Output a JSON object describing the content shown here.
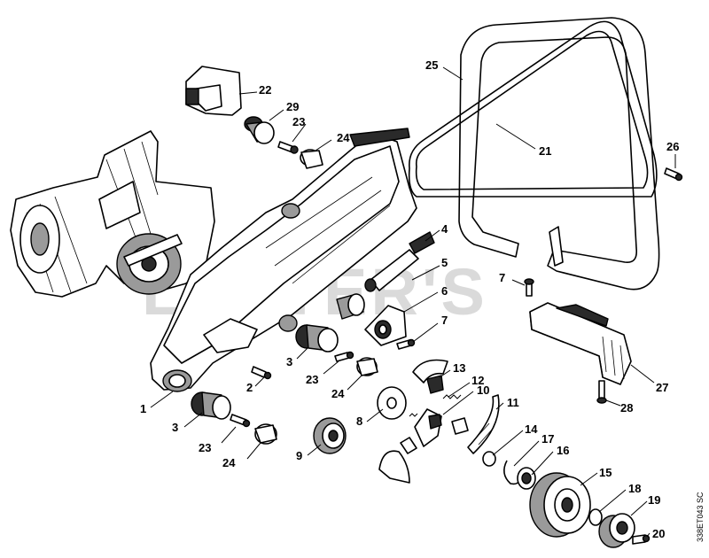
{
  "drawing_code": "338ET043 SC",
  "watermark": "LÜTTER'S",
  "callouts": [
    "1",
    "2",
    "3",
    "3",
    "4",
    "5",
    "6",
    "7",
    "7",
    "8",
    "9",
    "10",
    "11",
    "12",
    "13",
    "14",
    "15",
    "16",
    "17",
    "18",
    "19",
    "20",
    "21",
    "22",
    "23",
    "23",
    "23",
    "24",
    "24",
    "24",
    "25",
    "26",
    "27",
    "28",
    "29"
  ]
}
